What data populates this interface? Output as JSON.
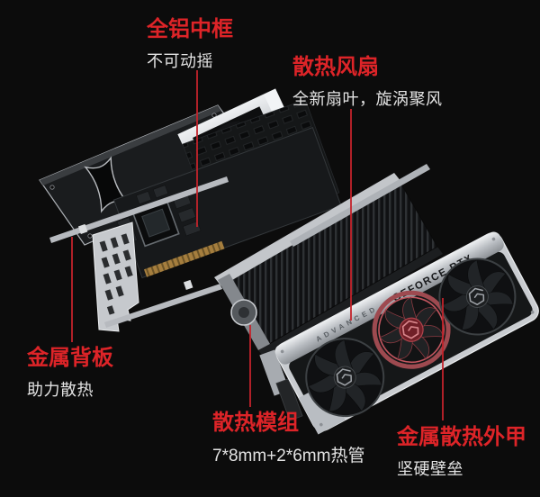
{
  "page": {
    "type": "product-infographic",
    "background_color": "#0c0c0c"
  },
  "colors": {
    "title_red": "#dd2428",
    "leader_line_red": "#c3232b",
    "body_text": "#e3e3e3",
    "fan_accent_red": "#9e4a50",
    "metal_silver": "#c9ccd0"
  },
  "annotations": [
    {
      "id": "mid-frame",
      "title": "全铝中框",
      "subtitle": "不可动摇"
    },
    {
      "id": "cooling-fan",
      "title": "散热风扇",
      "subtitle": "全新扇叶，旋涡聚风"
    },
    {
      "id": "backplate",
      "title": "金属背板",
      "subtitle": "助力散热"
    },
    {
      "id": "cooling-module",
      "title": "散热模组",
      "subtitle": "7*8mm+2*6mm热管"
    },
    {
      "id": "metal-armor",
      "title": "金属散热外甲",
      "subtitle": "坚硬壁垒"
    }
  ],
  "graphics_card": {
    "brand_text": "GEFORCE RTX",
    "edition_text": "ADVANCED"
  }
}
